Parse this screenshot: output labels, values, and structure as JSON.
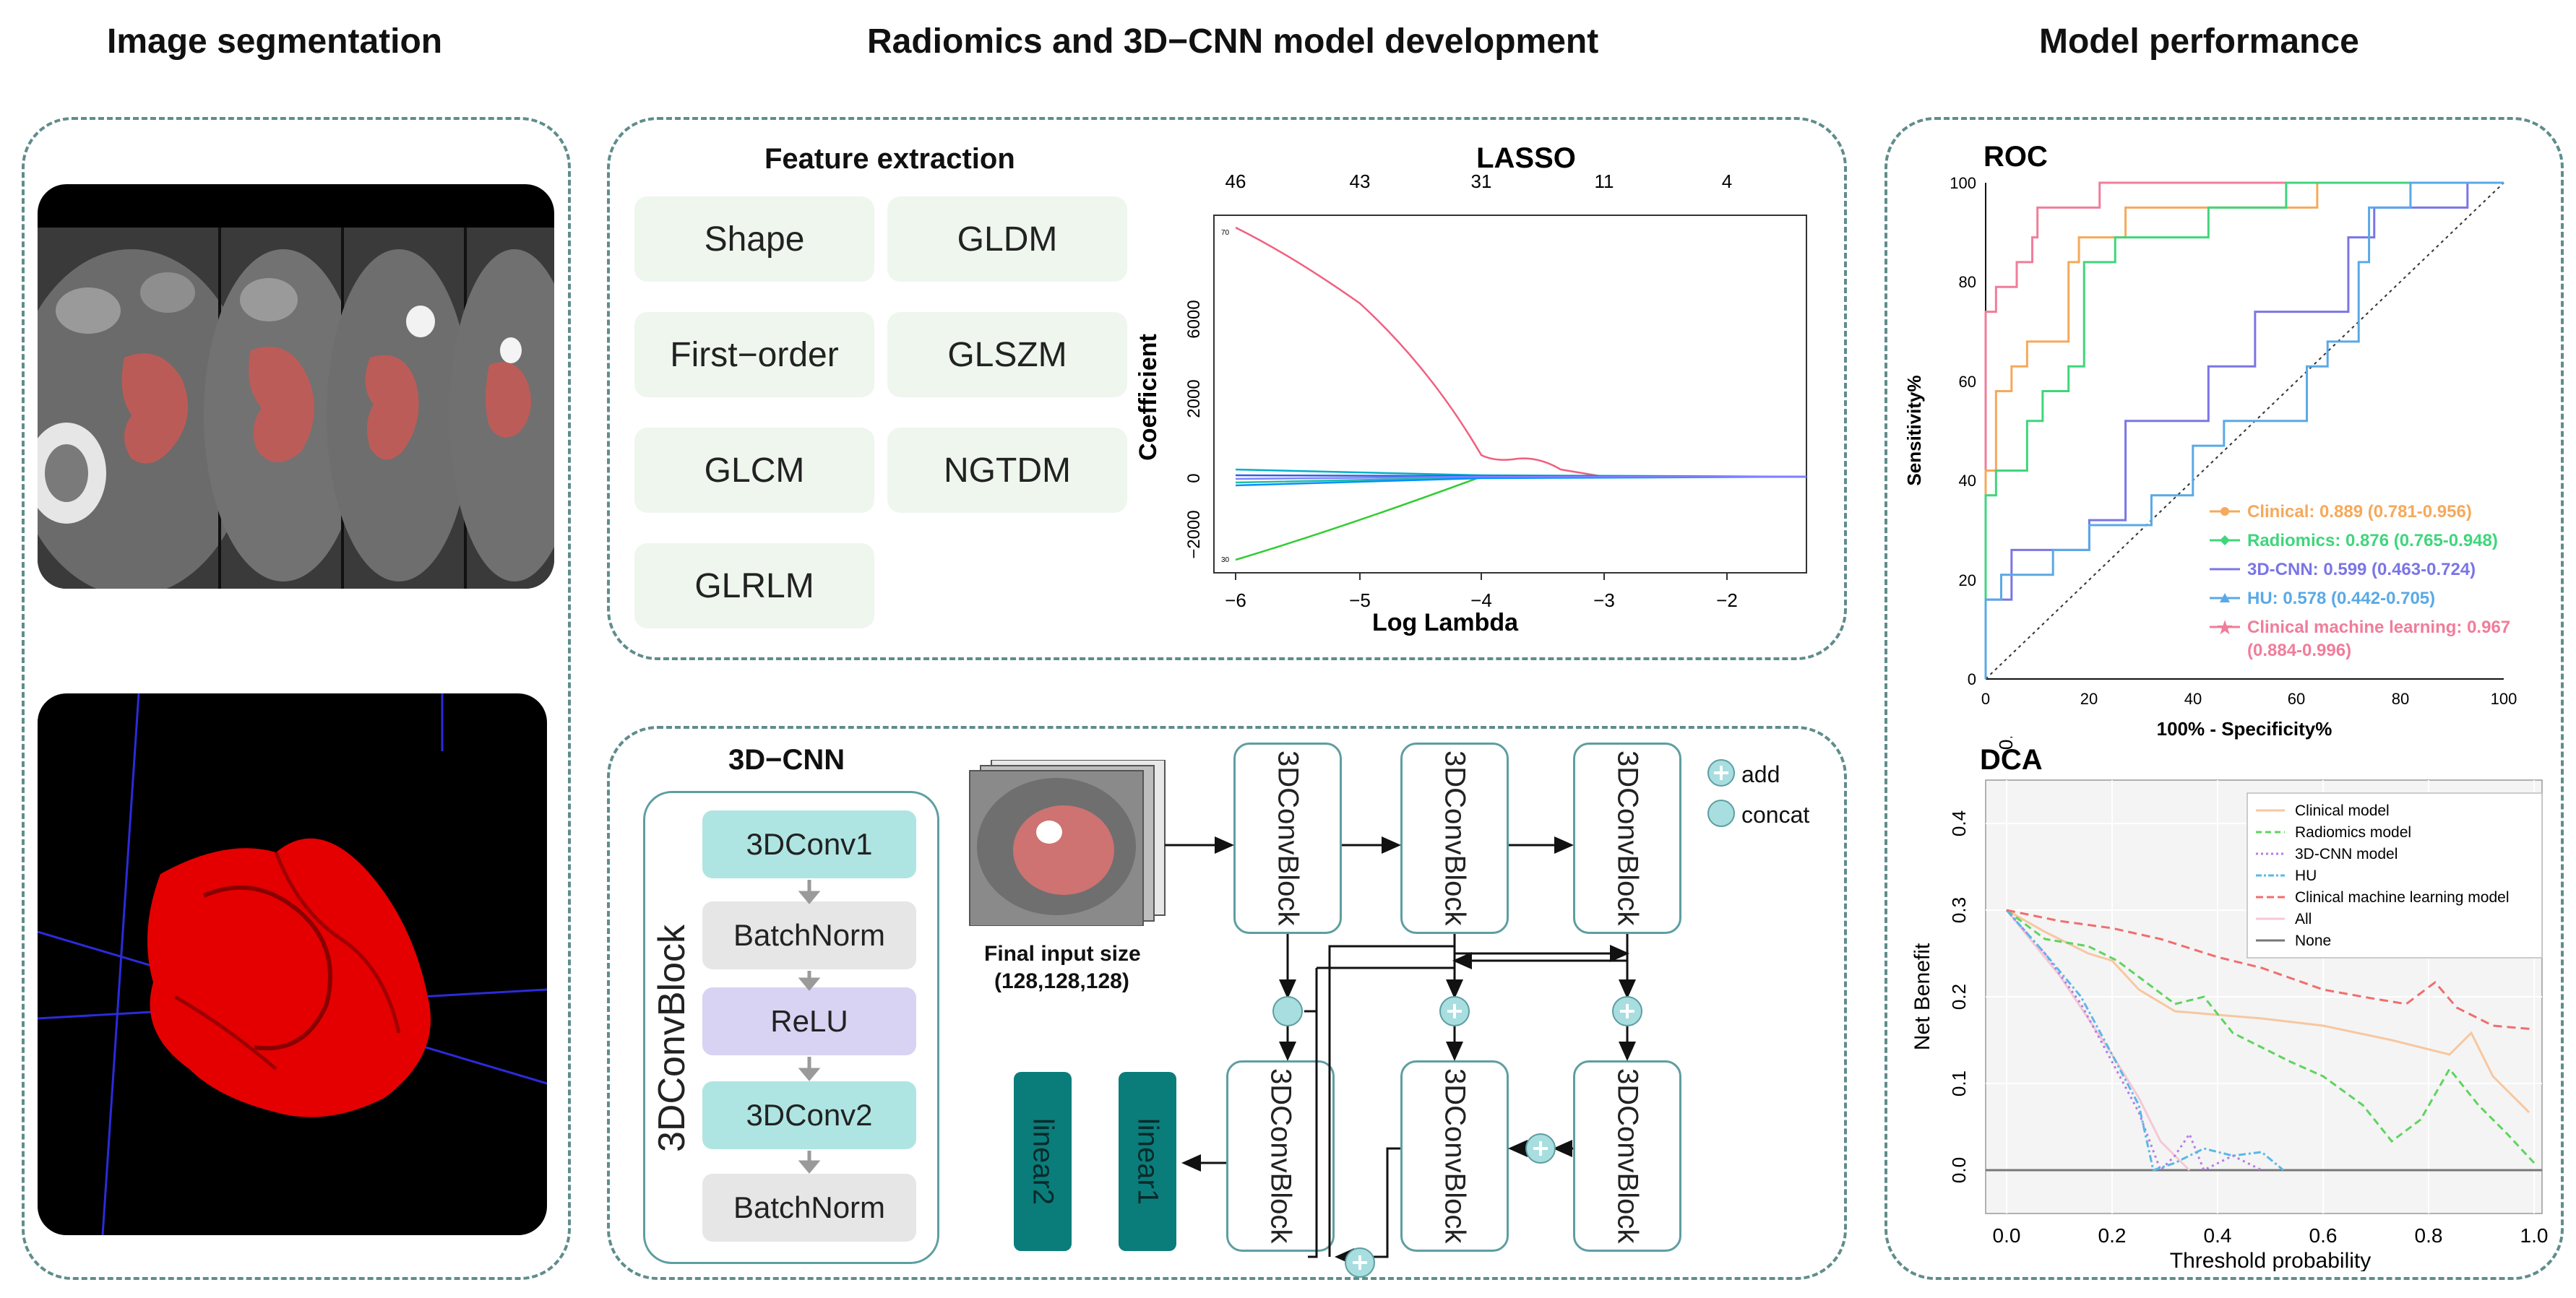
{
  "sections": {
    "segmentation_title": "Image segmentation",
    "development_title": "Radiomics and 3D−CNN model development",
    "performance_title": "Model performance"
  },
  "features": {
    "title": "Feature extraction",
    "items": [
      "Shape",
      "GLDM",
      "First−order",
      "GLSZM",
      "GLCM",
      "NGTDM",
      "GLRLM"
    ]
  },
  "lasso": {
    "title": "LASSO",
    "top_ticks": [
      "46",
      "43",
      "31",
      "11",
      "4"
    ],
    "xlabel": "Log Lambda",
    "ylabel": "Coefficient",
    "x_ticks": [
      "−6",
      "−5",
      "−4",
      "−3",
      "−2"
    ],
    "y_ticks": [
      "−2000",
      "0",
      "2000",
      "6000"
    ],
    "left_ticks": [
      "70",
      "30"
    ]
  },
  "cnn": {
    "title": "3D−CNN",
    "block_label": "3DConvBlock",
    "inner_layers": [
      "3DConv1",
      "BatchNorm",
      "ReLU",
      "3DConv2",
      "BatchNorm"
    ],
    "final_input": "Final input size",
    "final_input_dims": "(128,128,128)",
    "conv_block": "3DConvBlock",
    "linear1": "linear1",
    "linear2": "linear2",
    "legend_add": "add",
    "legend_concat": "concat"
  },
  "roc": {
    "title": "ROC",
    "xlabel": "100% - Specificity%",
    "ylabel": "Sensitivity%",
    "ticks": [
      "0",
      "20",
      "40",
      "60",
      "80",
      "100"
    ],
    "legend": [
      {
        "label": "Clinical: 0.889 (0.781-0.956)",
        "color": "#f5a95b"
      },
      {
        "label": "Radiomics: 0.876 (0.765-0.948)",
        "color": "#3fd67c"
      },
      {
        "label": "3D-CNN: 0.599 (0.463-0.724)",
        "color": "#7b75e6"
      },
      {
        "label": "HU: 0.578 (0.442-0.705)",
        "color": "#5aa9e6"
      },
      {
        "label": "Clinical machine learning: 0.967",
        "color": "#f07d9a"
      },
      {
        "label": "(0.884-0.996)",
        "color": "#f07d9a"
      }
    ]
  },
  "dca": {
    "title": "DCA",
    "xlabel": "Threshold probability",
    "ylabel": "Net Benefit",
    "x_ticks": [
      "0.0",
      "0.2",
      "0.4",
      "0.6",
      "0.8",
      "1.0"
    ],
    "y_ticks": [
      "0.0",
      "0.1",
      "0.2",
      "0.3",
      "0.4",
      "0.5"
    ],
    "legend": [
      {
        "label": "Clinical model",
        "color": "#f7c7a0"
      },
      {
        "label": "Radiomics model",
        "color": "#5fd45f"
      },
      {
        "label": "3D-CNN model",
        "color": "#b57be6"
      },
      {
        "label": "HU",
        "color": "#5ab8e6"
      },
      {
        "label": "Clinical machine learning model",
        "color": "#f06e6e"
      },
      {
        "label": "All",
        "color": "#f5c8d4"
      },
      {
        "label": "None",
        "color": "#777777"
      }
    ]
  }
}
